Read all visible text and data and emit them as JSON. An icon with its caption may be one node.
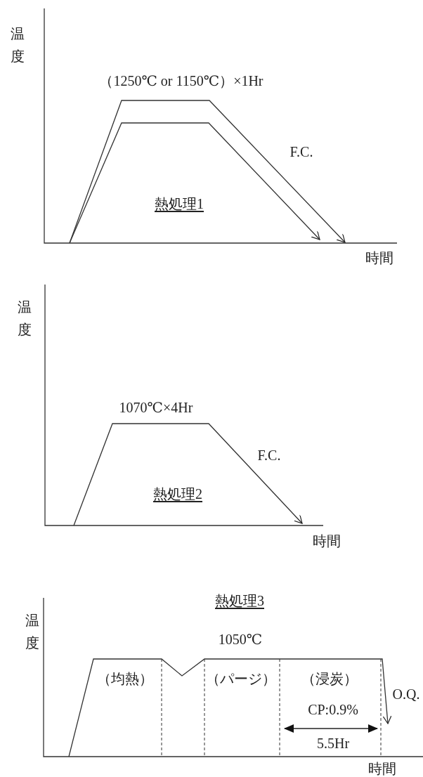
{
  "diagram": {
    "labels": [
      "温度",
      "（1250℃ or 1150℃）×1Hr",
      "F.C.",
      "熱処理1",
      "時間",
      "温度",
      "1070℃×4Hr",
      "F.C.",
      "熱処理2",
      "時間",
      "熱処理3",
      "温度",
      "1050℃",
      "（均熱）",
      "（パージ）",
      "（浸炭）",
      "O.Q.",
      "CP:0.9%",
      "5.5Hr",
      "時間"
    ]
  }
}
